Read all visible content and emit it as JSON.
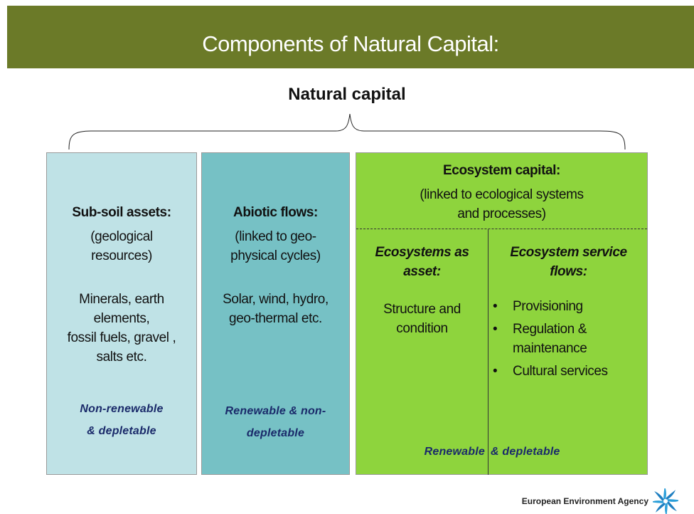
{
  "banner": {
    "title": "Components of Natural Capital:"
  },
  "main_heading": "Natural capital",
  "boxes": {
    "subsoil": {
      "heading": "Sub-soil assets:",
      "desc_1": "(geological",
      "desc_2": "resources)",
      "items_1": "Minerals, earth",
      "items_2": "elements,",
      "items_3": "fossil fuels, gravel ,",
      "items_4": "salts etc.",
      "tag_1": "Non-renewable",
      "tag_2": "& depletable"
    },
    "abiotic": {
      "heading": "Abiotic flows:",
      "desc_1": "(linked to geo-",
      "desc_2": "physical cycles)",
      "items_1": "Solar, wind, hydro,",
      "items_2": "geo-thermal etc.",
      "tag_1": "Renewable & non-",
      "tag_2": "depletable"
    },
    "ecosystem": {
      "heading": "Ecosystem capital:",
      "desc_1": "(linked to ecological systems",
      "desc_2": "and processes)",
      "asset_heading_1": "Ecosystems as",
      "asset_heading_2": "asset:",
      "asset_text_1": "Structure and",
      "asset_text_2": "condition",
      "flows_heading_1": "Ecosystem service",
      "flows_heading_2": "flows:",
      "flows": [
        "Provisioning",
        "Regulation & maintenance",
        "Cultural services"
      ],
      "tag_left": "Renewable",
      "tag_right": "& depletable"
    }
  },
  "logo": {
    "text": "European Environment Agency"
  },
  "colors": {
    "banner": "#6b7a28",
    "subsoil_box": "#bfe2e6",
    "abiotic_box": "#76c1c5",
    "ecosystem_box": "#8ed43d",
    "tag_text": "#1a2a6a"
  }
}
